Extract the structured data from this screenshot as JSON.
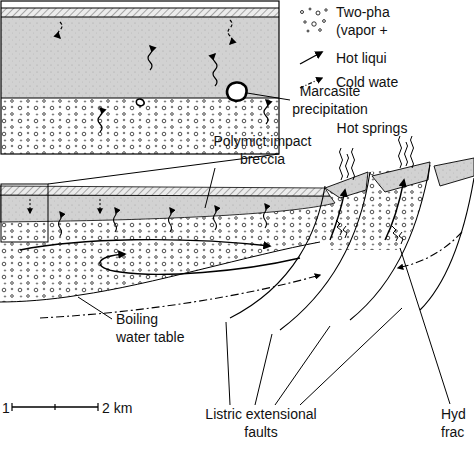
{
  "diagram": {
    "labels": [
      "Marcasite precipitation",
      "Hot springs",
      "Polymict impact breccia",
      "Boiling water table",
      "1",
      "2 km",
      "Listric extensional faults",
      "Hyd frac"
    ],
    "legend": [
      {
        "text": "Two-pha (vapor +"
      },
      {
        "text": "Hot liqui"
      },
      {
        "text": "Cold wate"
      }
    ]
  }
}
